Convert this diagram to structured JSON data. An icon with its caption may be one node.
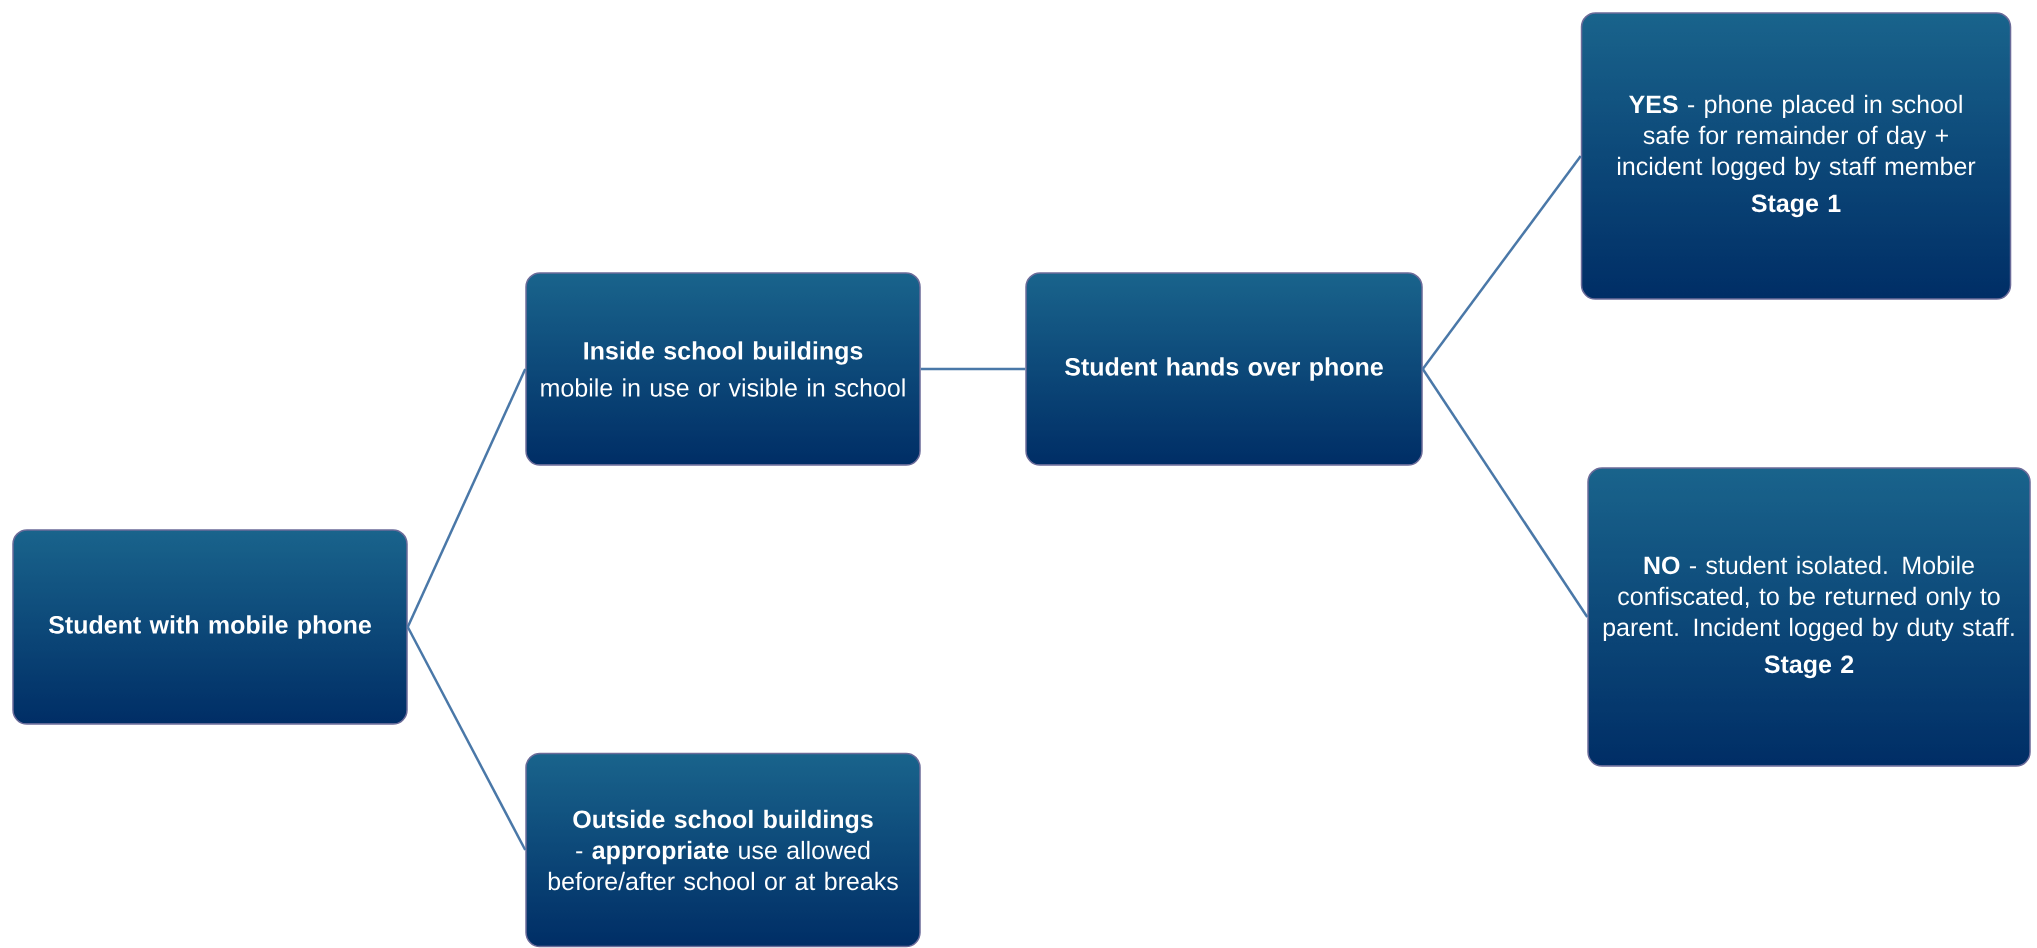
{
  "diagram": {
    "nodes": [
      {
        "text": [
          "Student with mobile phone"
        ]
      },
      {
        "text": [
          "Inside school buildings",
          "mobile in use or visible in school"
        ]
      },
      {
        "text": [
          "**Outside school buildings** - **appropriate** use allowed  before/after school or at breaks"
        ]
      },
      {
        "text": [
          "Student hands over phone"
        ]
      },
      {
        "text": [
          "**YES** - phone placed in school safe for remainder of day + incident logged by staff member",
          "Stage 1"
        ]
      },
      {
        "text": [
          "**NO** - student isolated. Mobile confiscated, to be returned only to parent. Incident logged by duty staff.",
          "Stage 2"
        ]
      }
    ],
    "edges": [
      {
        "from": 0,
        "to": 1,
        "arrow": "none"
      },
      {
        "from": 0,
        "to": 2,
        "arrow": "none"
      },
      {
        "from": 1,
        "to": 3,
        "arrow": "none"
      },
      {
        "from": 3,
        "to": 4,
        "arrow": "none"
      },
      {
        "from": 3,
        "to": 5,
        "arrow": "none"
      }
    ]
  }
}
